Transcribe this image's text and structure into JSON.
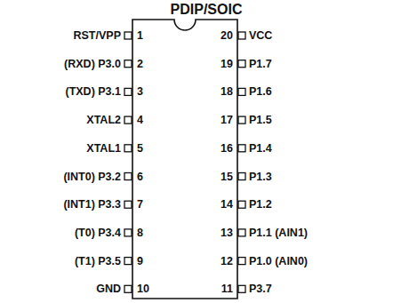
{
  "diagram": {
    "title": "PDIP/SOIC",
    "nodes": [
      {
        "text": [
          "1",
          "2",
          "3",
          "4",
          "5",
          "6",
          "7",
          "8",
          "9",
          "10",
          "20",
          "19",
          "18",
          "17",
          "16",
          "15",
          "14",
          "13",
          "12",
          "11"
        ]
      }
    ],
    "labels": [
      "RST/VPP",
      "(RXD) P3.0",
      "(TXD) P3.1",
      "XTAL2",
      "XTAL1",
      "(INT0) P3.2",
      "(INT1) P3.3",
      "(T0) P3.4",
      "(T1) P3.5",
      "GND",
      "VCC",
      "P1.7",
      "P1.6",
      "P1.5",
      "P1.4",
      "P1.3",
      "P1.2",
      "P1.1 (AIN1)",
      "P1.0 (AIN0)",
      "P3.7"
    ]
  }
}
